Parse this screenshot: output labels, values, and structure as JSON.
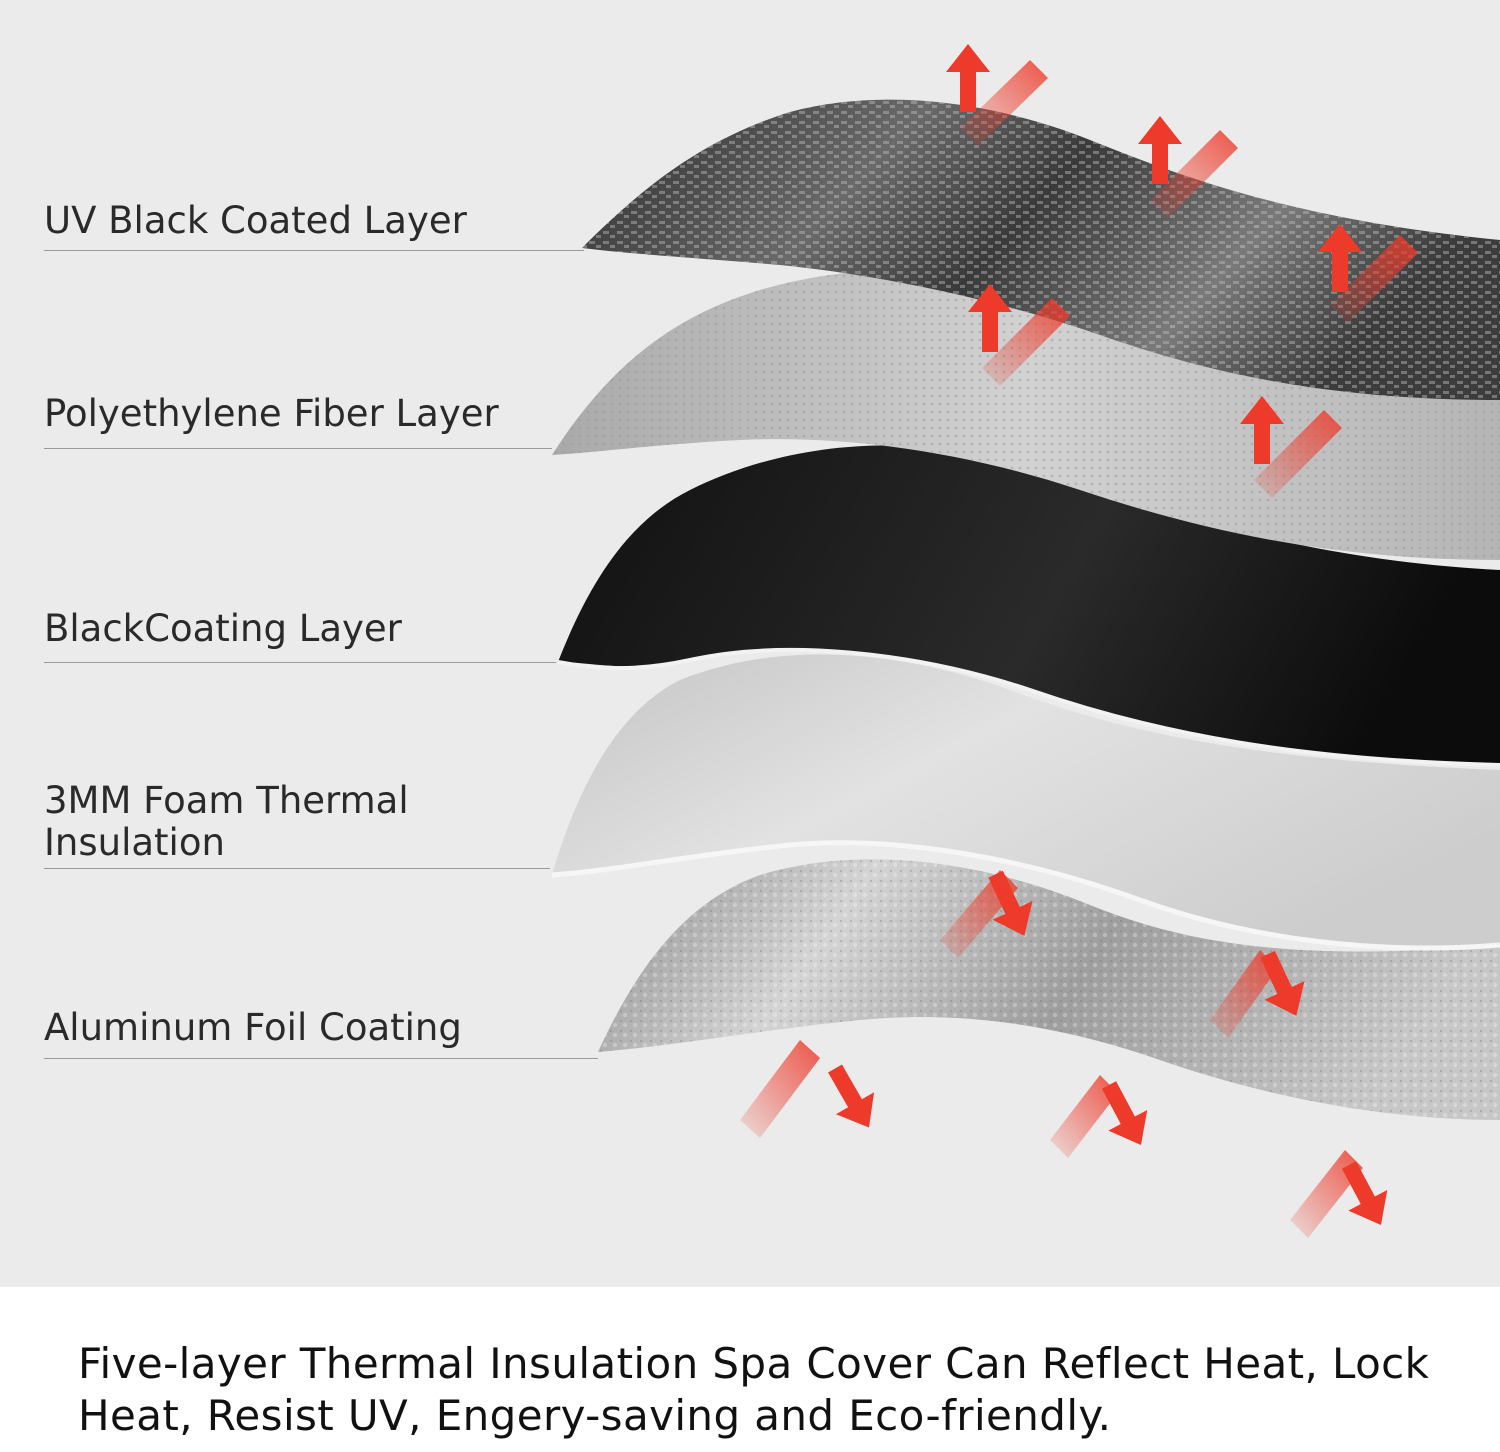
{
  "layers": [
    {
      "id": "uv",
      "label": "UV  Black  Coated Layer"
    },
    {
      "id": "pe",
      "label": "Polyethylene Fiber Layer"
    },
    {
      "id": "black",
      "label": "BlackCoating Layer"
    },
    {
      "id": "foam",
      "label": "3MM Foam Thermal\nInsulation"
    },
    {
      "id": "foil",
      "label": "Aluminum Foil Coating"
    }
  ],
  "caption": "Five-layer Thermal Insulation Spa Cover Can Reflect Heat, Lock Heat, Resist UV, Engery-saving and Eco-friendly.",
  "colors": {
    "panel_bg": "#ebebeb",
    "arrow_red": "#ee3a2a",
    "uv_layer": "#3d3d3d",
    "pe_layer": "#c9c9c9",
    "black_layer": "#151515",
    "foam_layer": "#d6d6d6",
    "foil_layer": "#b8b8b8"
  }
}
